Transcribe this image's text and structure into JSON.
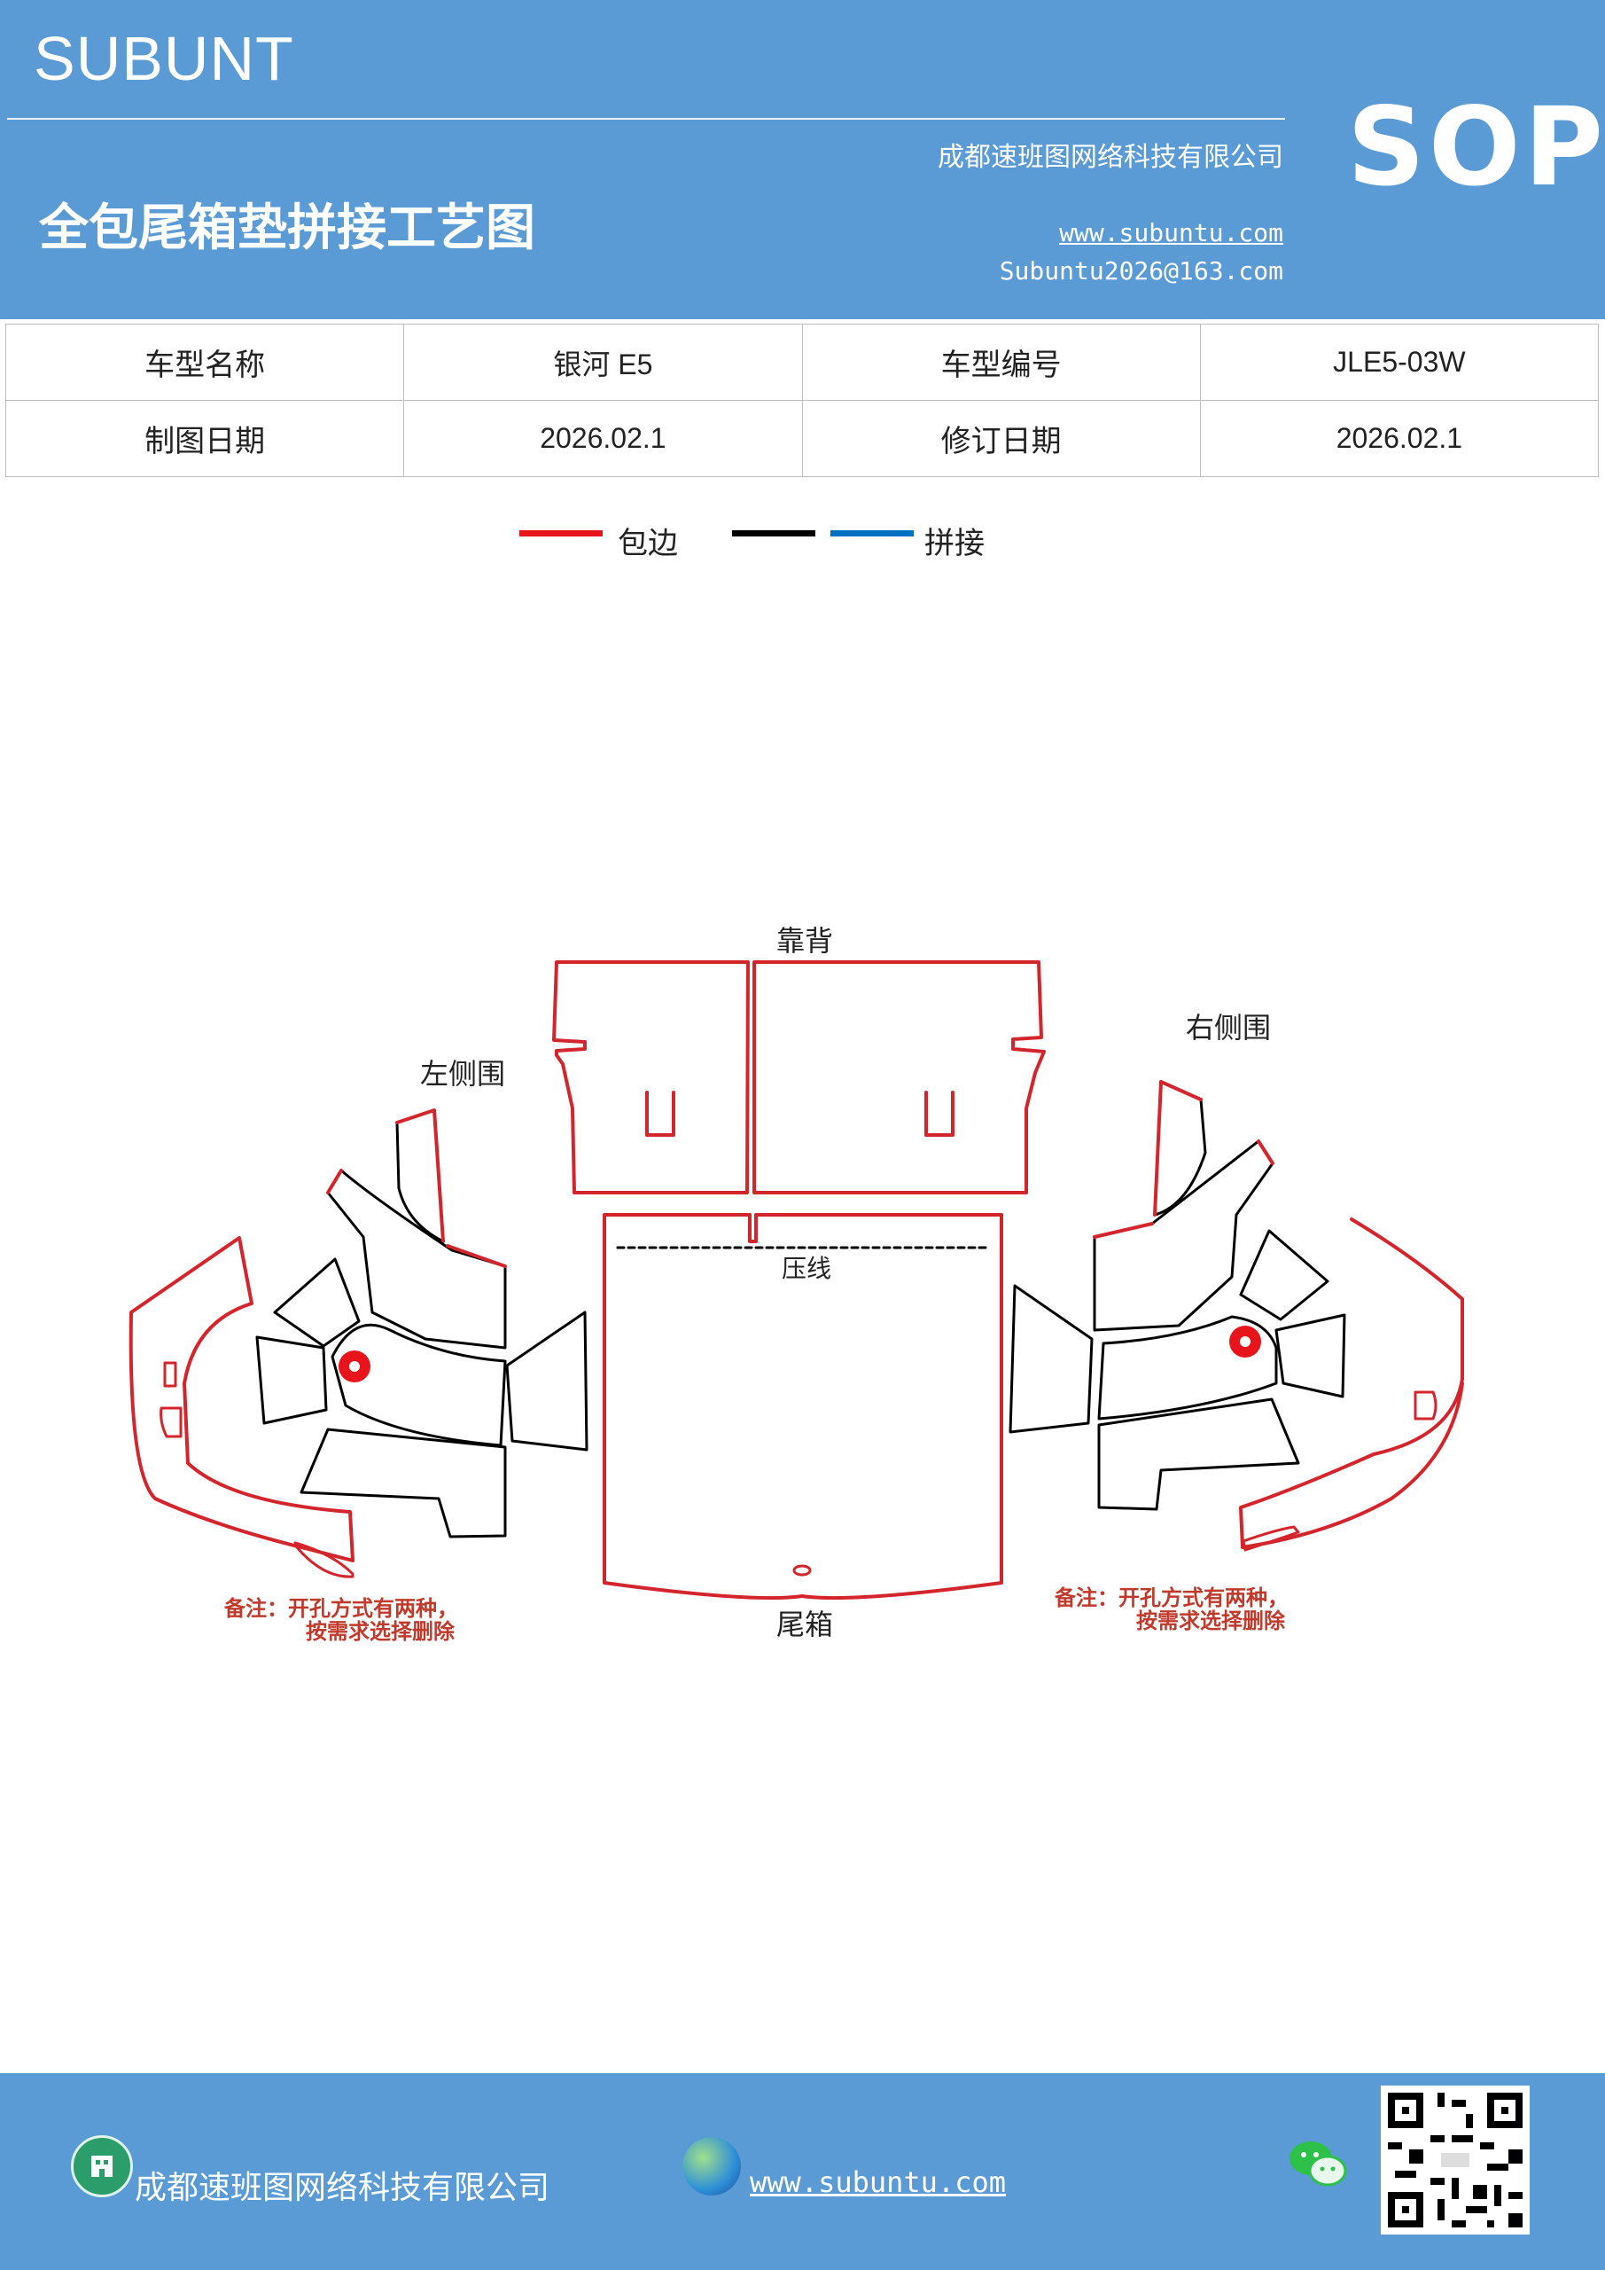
{
  "header": {
    "brand": "SUBUNT",
    "company": "成都速班图网络科技有限公司",
    "title": "全包尾箱垫拼接工艺图",
    "website": "www.subuntu.com",
    "email": "Subuntu2026@163.com",
    "badge": "SOP"
  },
  "info": {
    "model_name_label": "车型名称",
    "model_name_value": "银河 E5",
    "model_code_label": "车型编号",
    "model_code_value": "JLE5-03W",
    "draw_date_label": "制图日期",
    "draw_date_value": "2026.02.1",
    "revise_date_label": "修订日期",
    "revise_date_value": "2026.02.1"
  },
  "legend": {
    "edging_label": "包边",
    "edging_color": "#e8141c",
    "splice_label": "拼接",
    "splice_colors": [
      "#000000",
      "#0070c0"
    ]
  },
  "diagram": {
    "label_backrest": "靠背",
    "label_left": "左侧围",
    "label_right": "右侧围",
    "label_crease": "压线",
    "label_trunk": "尾箱",
    "note_left_1": "备注：开孔方式有两种，",
    "note_left_2": "按需求选择删除",
    "note_right_1": "备注：开孔方式有两种，",
    "note_right_2": "按需求选择删除",
    "note_color": "#c0392b"
  },
  "footer": {
    "company": "成都速班图网络科技有限公司",
    "website": "www.subuntu.com"
  }
}
